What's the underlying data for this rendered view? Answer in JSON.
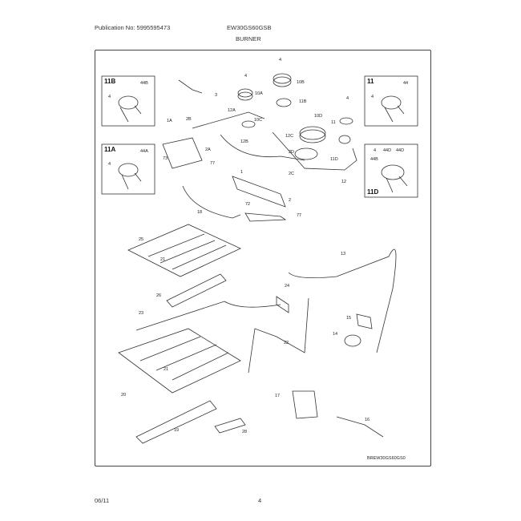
{
  "header": {
    "publication": "Publication No: 5995595473",
    "model": "EW30GS60GSB",
    "section": "BURNER"
  },
  "footer": {
    "date": "06/11",
    "page": "4"
  },
  "diagram": {
    "code": "BREW30GS60GS0",
    "insets": [
      {
        "title": "11B",
        "tag": "44B",
        "part": "4"
      },
      {
        "title": "11",
        "tag": "44",
        "part": "4"
      },
      {
        "title": "11A",
        "tag": "44A",
        "part": "4"
      },
      {
        "title": "11D",
        "tag": "44D",
        "part": "4"
      }
    ],
    "labels": {
      "p4a": "4",
      "p4b": "4",
      "p10B": "10B",
      "p10A": "10A",
      "p11b": "11B",
      "p12A": "12A",
      "p3": "3",
      "p2B": "2B",
      "p1A": "1A",
      "p2A": "2A",
      "p73": "73",
      "p77a": "77",
      "p10C": "10C",
      "p12B": "12B",
      "p10D": "10D",
      "p12C": "12C",
      "p2D": "2D",
      "p11D": "11D",
      "p11": "11",
      "p12": "12",
      "p1": "1",
      "p2C": "2C",
      "p2": "2",
      "p72": "72",
      "p77b": "77",
      "p18": "18",
      "p25": "25",
      "p21a": "21",
      "p13": "13",
      "p26": "26",
      "p24": "24",
      "p23": "23",
      "p15": "15",
      "p14": "14",
      "p22": "22",
      "p21b": "21",
      "p20": "20",
      "p17": "17",
      "p16": "16",
      "p19": "19",
      "p28": "28",
      "p44D": "44D",
      "p44B": "44B",
      "p4c": "4"
    }
  }
}
